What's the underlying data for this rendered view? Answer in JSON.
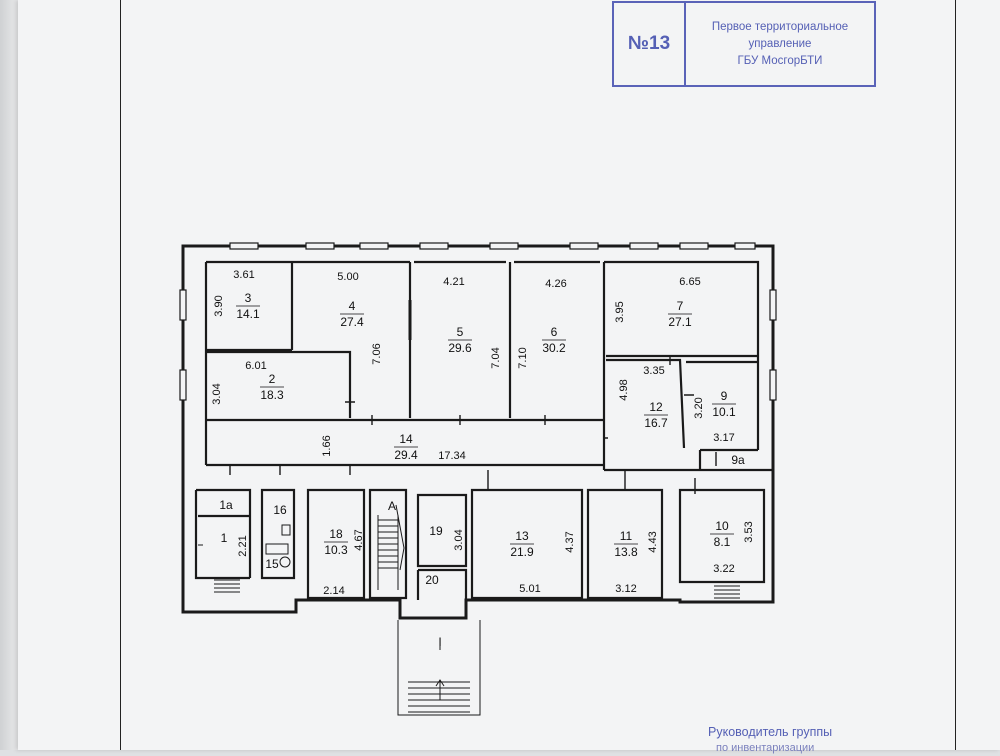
{
  "stamp": {
    "number": "№13",
    "org_line1": "Первое территориальное",
    "org_line2": "управление",
    "org_line3": "ГБУ МосгорБТИ"
  },
  "footer": {
    "line1": "Руководитель группы",
    "line2": "по инвентаризации"
  },
  "rooms": [
    {
      "id": "r3",
      "num": "3",
      "area": "14.1"
    },
    {
      "id": "r4",
      "num": "4",
      "area": "27.4"
    },
    {
      "id": "r5",
      "num": "5",
      "area": "29.6"
    },
    {
      "id": "r6",
      "num": "6",
      "area": "30.2"
    },
    {
      "id": "r7",
      "num": "7",
      "area": "27.1"
    },
    {
      "id": "r2",
      "num": "2",
      "area": "18.3"
    },
    {
      "id": "r12",
      "num": "12",
      "area": "16.7"
    },
    {
      "id": "r9",
      "num": "9",
      "area": "10.1"
    },
    {
      "id": "r14",
      "num": "14",
      "area": "29.4"
    },
    {
      "id": "r18",
      "num": "18",
      "area": "10.3"
    },
    {
      "id": "r13",
      "num": "13",
      "area": "21.9"
    },
    {
      "id": "r11",
      "num": "11",
      "area": "13.8"
    },
    {
      "id": "r10",
      "num": "10",
      "area": "8.1"
    }
  ],
  "labels": {
    "r1a": "1a",
    "r1": "1",
    "r16": "16",
    "r15": "15",
    "r19": "19",
    "r20": "20",
    "r9a": "9a",
    "stairA": "A",
    "entrance": "I"
  },
  "dims": {
    "d361": "3.61",
    "d390": "3.90",
    "d500": "5.00",
    "d421": "4.21",
    "d426": "4.26",
    "d665": "6.65",
    "d395": "3.95",
    "d601": "6.01",
    "d304": "3.04",
    "d706": "7.06",
    "d704": "7.04",
    "d710": "7.10",
    "d498": "4.98",
    "d335": "3.35",
    "d320": "3.20",
    "d317": "3.17",
    "d166": "1.66",
    "d1734": "17.34",
    "d221": "2.21",
    "d467": "4.67",
    "d214": "2.14",
    "d304b": "3.04",
    "d437": "4.37",
    "d501": "5.01",
    "d443": "4.43",
    "d312": "3.12",
    "d353": "3.53",
    "d322": "3.22"
  },
  "colors": {
    "stamp_blue": "#5a63b8",
    "wall": "#1a1a1a"
  }
}
